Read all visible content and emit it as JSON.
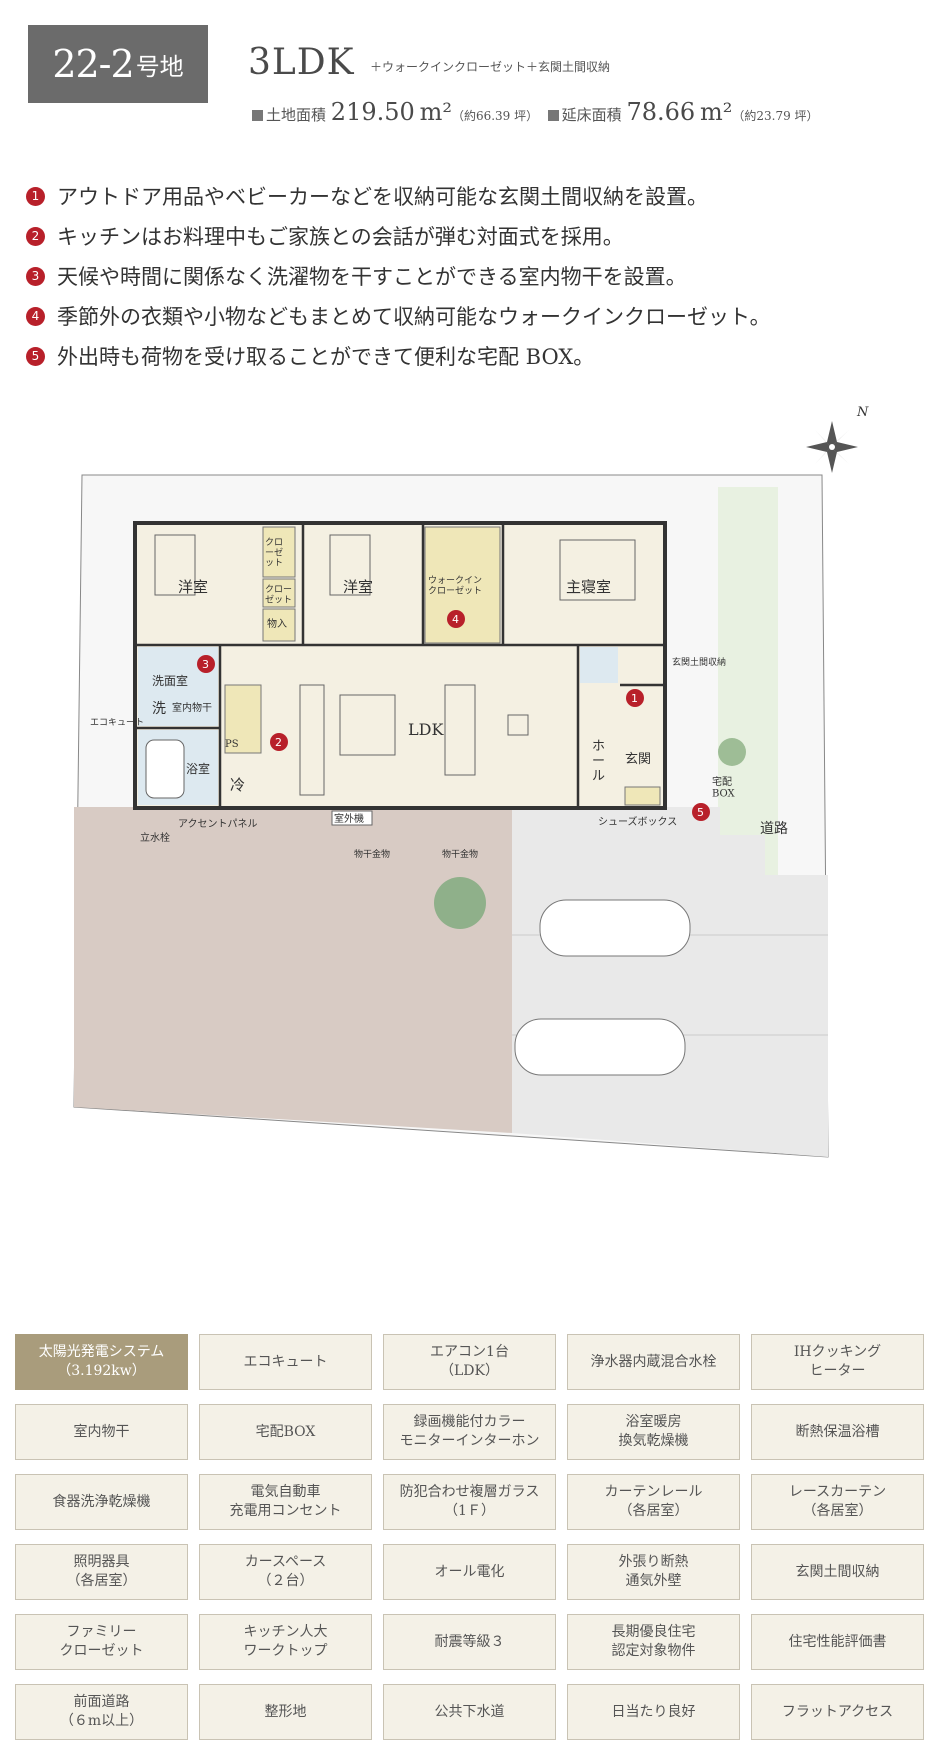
{
  "header": {
    "lot_number": "22-2",
    "lot_suffix": "号地",
    "plan_type": "3LDK",
    "plan_extra": "＋ウォークインクローゼット＋玄関土間収納",
    "land_area_label": "土地面積",
    "land_area_value": "219.50",
    "land_area_unit": "m²",
    "land_area_tsubo": "（約66.39 坪）",
    "floor_area_label": "延床面積",
    "floor_area_value": "78.66",
    "floor_area_unit": "m²",
    "floor_area_tsubo": "（約23.79 坪）"
  },
  "features": [
    {
      "num": "1",
      "text": "アウトドア用品やベビーカーなどを収納可能な玄関土間収納を設置。"
    },
    {
      "num": "2",
      "text": "キッチンはお料理中もご家族との会話が弾む対面式を採用。"
    },
    {
      "num": "3",
      "text": "天候や時間に関係なく洗濯物を干すことができる室内物干を設置。"
    },
    {
      "num": "4",
      "text": "季節外の衣類や小物などもまとめて収納可能なウォークインクローゼット。"
    },
    {
      "num": "5",
      "text": "外出時も荷物を受け取ることができて便利な宅配 BOX。"
    }
  ],
  "floorplan": {
    "north": "N",
    "rooms": {
      "western1": "洋室",
      "western2": "洋室",
      "master": "主寝室",
      "closet1": "クロ\nーゼ\nット",
      "closet2": "クロー\nゼット",
      "storage": "物入",
      "wic": "ウォークイン\nクローゼット",
      "washroom": "洗面室",
      "wash": "洗",
      "drying": "室内物干",
      "bath": "浴室",
      "ps": "PS",
      "fridge": "冷",
      "ldk": "LDK",
      "hall": "ホ\nー\nル",
      "entrance": "玄関",
      "ecocute": "エコキュート",
      "entry_storage": "玄関土間収納"
    },
    "labels": {
      "accent_panel": "アクセントパネル",
      "faucet": "立水栓",
      "outdoor_unit": "室外機",
      "dryer_hardware_1": "物干金物",
      "dryer_hardware_2": "物干金物",
      "shoes_box": "シューズボックス",
      "delivery_box": "宅配\nBOX",
      "road": "道路"
    },
    "marks": [
      "1",
      "2",
      "3",
      "4",
      "5"
    ]
  },
  "equipment": [
    {
      "label": "太陽光発電システム\n（3.192kw）",
      "highlight": true
    },
    {
      "label": "エコキュート",
      "highlight": false
    },
    {
      "label": "エアコン1台\n（LDK）",
      "highlight": false
    },
    {
      "label": "浄水器内蔵混合水栓",
      "highlight": false
    },
    {
      "label": "IHクッキング\nヒーター",
      "highlight": false
    },
    {
      "label": "室内物干",
      "highlight": false
    },
    {
      "label": "宅配BOX",
      "highlight": false
    },
    {
      "label": "録画機能付カラー\nモニターインターホン",
      "highlight": false
    },
    {
      "label": "浴室暖房\n換気乾燥機",
      "highlight": false
    },
    {
      "label": "断熱保温浴槽",
      "highlight": false
    },
    {
      "label": "食器洗浄乾燥機",
      "highlight": false
    },
    {
      "label": "電気自動車\n充電用コンセント",
      "highlight": false
    },
    {
      "label": "防犯合わせ複層ガラス\n（1Ｆ）",
      "highlight": false
    },
    {
      "label": "カーテンレール\n（各居室）",
      "highlight": false
    },
    {
      "label": "レースカーテン\n（各居室）",
      "highlight": false
    },
    {
      "label": "照明器具\n（各居室）",
      "highlight": false
    },
    {
      "label": "カースペース\n（２台）",
      "highlight": false
    },
    {
      "label": "オール電化",
      "highlight": false
    },
    {
      "label": "外張り断熱\n通気外壁",
      "highlight": false
    },
    {
      "label": "玄関土間収納",
      "highlight": false
    },
    {
      "label": "ファミリー\nクローゼット",
      "highlight": false
    },
    {
      "label": "キッチン人大\nワークトップ",
      "highlight": false
    },
    {
      "label": "耐震等級３",
      "highlight": false
    },
    {
      "label": "長期優良住宅\n認定対象物件",
      "highlight": false
    },
    {
      "label": "住宅性能評価書",
      "highlight": false
    },
    {
      "label": "前面道路\n（６m以上）",
      "highlight": false
    },
    {
      "label": "整形地",
      "highlight": false
    },
    {
      "label": "公共下水道",
      "highlight": false
    },
    {
      "label": "日当たり良好",
      "highlight": false
    },
    {
      "label": "フラットアクセス",
      "highlight": false
    }
  ],
  "colors": {
    "accent_red": "#b8202a",
    "highlight_cell": "#a99c7c",
    "cell_bg": "#f4f1e7",
    "room_floor": "#f4f0e2",
    "wet_area": "#dde9f0",
    "storage": "#efe7b8",
    "yard": "#d8cbc4"
  }
}
